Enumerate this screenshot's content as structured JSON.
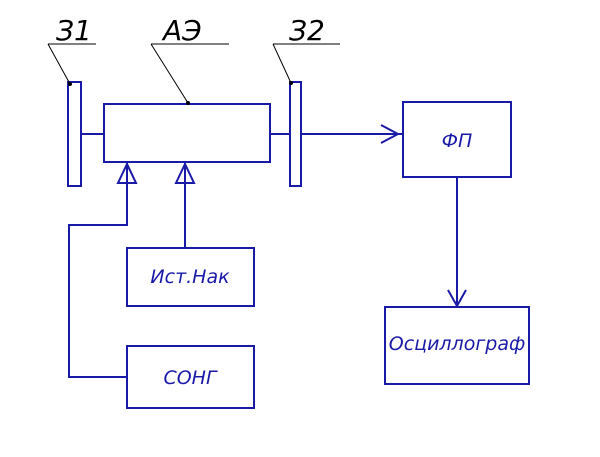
{
  "labels": {
    "mirror_1": "З1",
    "active_element": "АЭ",
    "mirror_2": "З2",
    "photodetector": "ФП",
    "pump_source": "Ист.Нак",
    "generator": "СОНГ",
    "oscilloscope": "Осциллограф"
  },
  "colors": {
    "lines": "#1a1aa8",
    "leaders": "#000000",
    "background": "#ffffff"
  }
}
